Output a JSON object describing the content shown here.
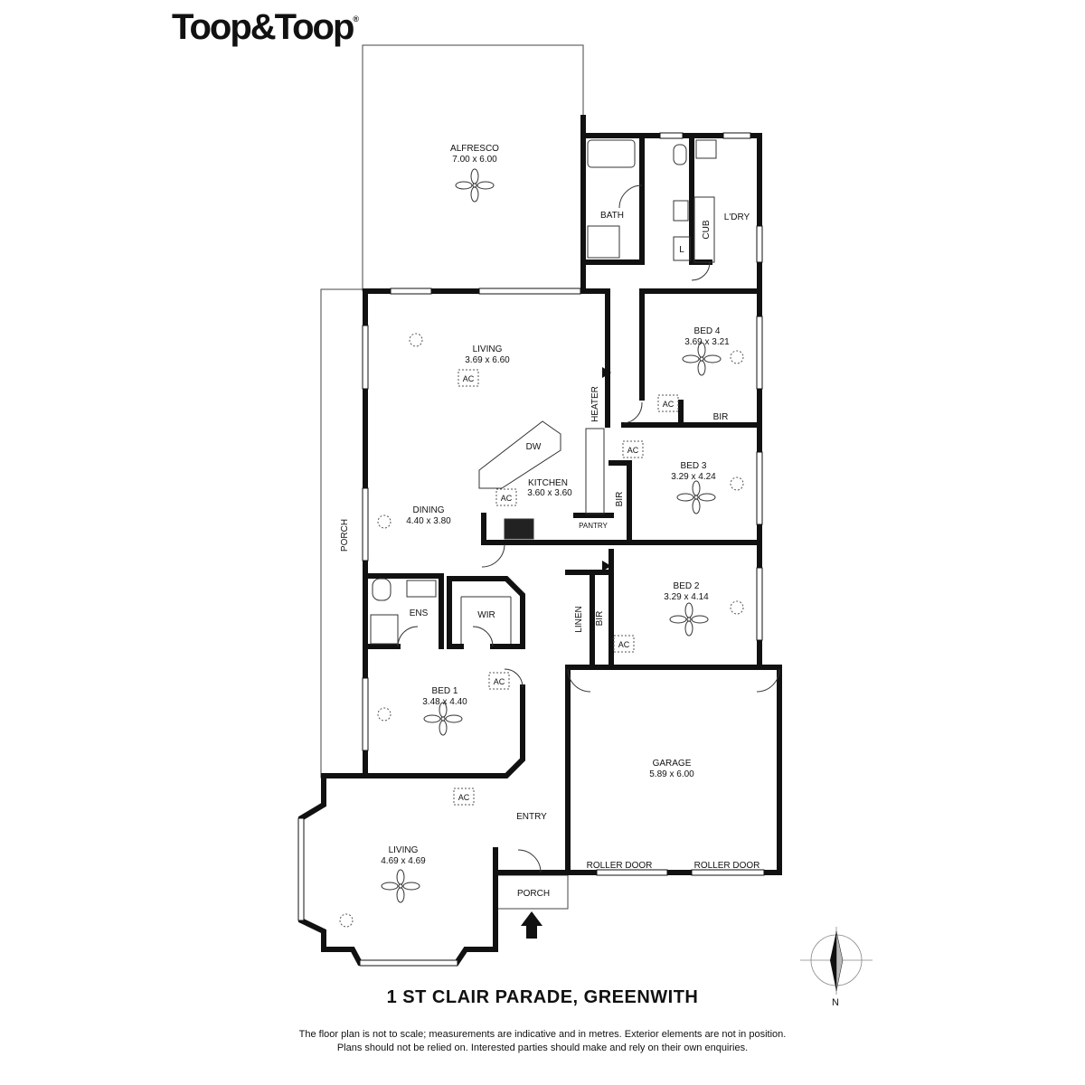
{
  "brand": {
    "name": "Toop&Toop",
    "mark": "®"
  },
  "address": "1 ST CLAIR PARADE, GREENWITH",
  "disclaimer": [
    "The floor plan is not to scale; measurements are indicative and in metres. Exterior elements are not in position.",
    "Plans should not be relied on. Interested parties should make and rely on their own enquiries."
  ],
  "compass": {
    "label": "N"
  },
  "rooms": {
    "alfresco": {
      "name": "ALFRESCO",
      "size": "7.00 x 6.00"
    },
    "bath": {
      "name": "BATH"
    },
    "cub": {
      "name": "CUB"
    },
    "l": {
      "name": "L"
    },
    "laundry": {
      "name": "L'DRY"
    },
    "living_main": {
      "name": "LIVING",
      "size": "3.69 x 6.60"
    },
    "bed4": {
      "name": "BED 4",
      "size": "3.69 x 3.21"
    },
    "bir4": {
      "name": "BIR"
    },
    "heater": {
      "name": "HEATER"
    },
    "dw": {
      "name": "DW"
    },
    "kitchen": {
      "name": "KITCHEN",
      "size": "3.60 x 3.60"
    },
    "bed3": {
      "name": "BED 3",
      "size": "3.29 x 4.24"
    },
    "bir3": {
      "name": "BIR"
    },
    "dining": {
      "name": "DINING",
      "size": "4.40 x 3.80"
    },
    "pantry": {
      "name": "PANTRY"
    },
    "porch_side": {
      "name": "PORCH"
    },
    "ens": {
      "name": "ENS"
    },
    "wir": {
      "name": "WIR"
    },
    "linen": {
      "name": "LINEN"
    },
    "bir2": {
      "name": "BIR"
    },
    "bed2": {
      "name": "BED 2",
      "size": "3.29 x 4.14"
    },
    "bed1": {
      "name": "BED 1",
      "size": "3.48 x 4.40"
    },
    "garage": {
      "name": "GARAGE",
      "size": "5.89 x 6.00"
    },
    "entry": {
      "name": "ENTRY"
    },
    "living_front": {
      "name": "LIVING",
      "size": "4.69 x 4.69"
    },
    "roller1": {
      "name": "ROLLER DOOR"
    },
    "roller2": {
      "name": "ROLLER DOOR"
    },
    "porch_front": {
      "name": "PORCH"
    }
  },
  "ac": {
    "label": "AC"
  }
}
